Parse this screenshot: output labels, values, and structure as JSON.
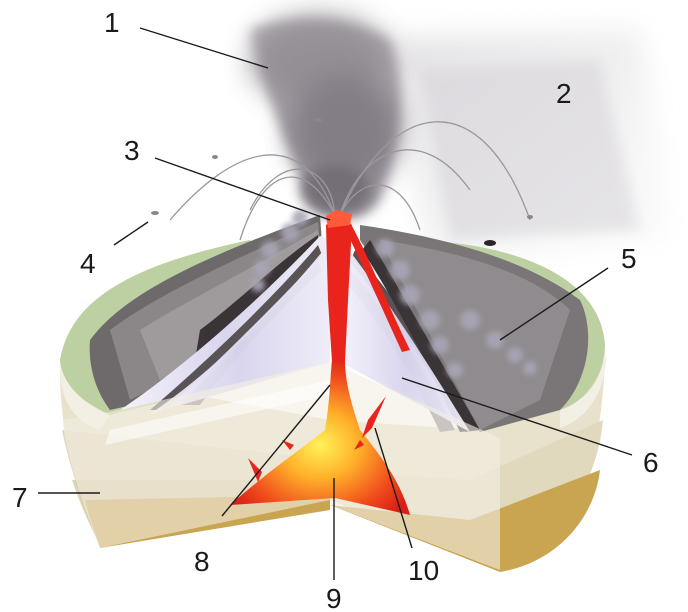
{
  "callouts": [
    {
      "id": "1",
      "text": "1"
    },
    {
      "id": "2",
      "text": "2"
    },
    {
      "id": "3",
      "text": "3"
    },
    {
      "id": "4",
      "text": "4"
    },
    {
      "id": "5",
      "text": "5"
    },
    {
      "id": "6",
      "text": "6"
    },
    {
      "id": "7",
      "text": "7"
    },
    {
      "id": "8",
      "text": "8"
    },
    {
      "id": "9",
      "text": "9"
    },
    {
      "id": "10",
      "text": "10"
    }
  ],
  "colors": {
    "ash": "#6e6a70",
    "lava": "#e8241c",
    "magma_core": "#ffe23a",
    "vegetation": "#b9cf9c",
    "crust": "#ece6d4",
    "base_layer": "#c9a552",
    "leader": "#1a1a1a"
  }
}
